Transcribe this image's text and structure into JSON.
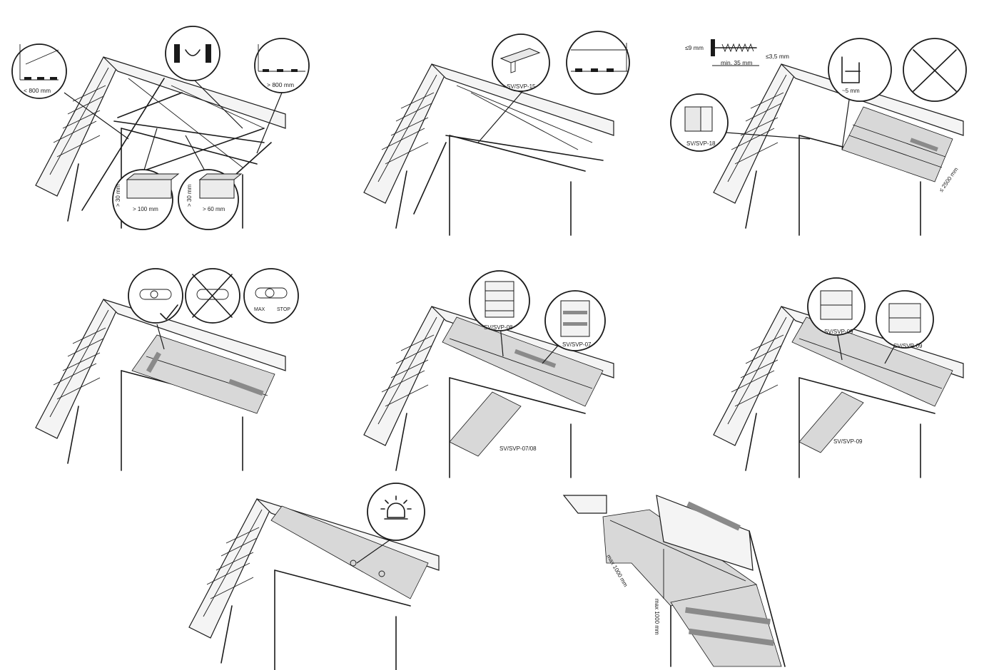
{
  "labels": {
    "p1_spacing_left": "< 800 mm",
    "p1_spacing_right": "> 800 mm",
    "p1_timber1_height": "> 30 mm",
    "p1_timber1_width": "> 100 mm",
    "p1_timber2_height": "> 30 mm",
    "p1_timber2_width": "> 60 mm",
    "p2_profile": "SV/SVP-15",
    "p3_head": "≤9 mm",
    "p3_length": "min. 35 mm",
    "p3_shank": "≤3,5 mm",
    "p3_gap": "~5 mm",
    "p3_profile": "SV/SVP-18",
    "p3_span": "≤ 2500 mm",
    "p4_max": "MAX",
    "p4_stop": "STOP",
    "p5_profile_a": "SV/SVP-08",
    "p5_profile_b": "SV/SVP-07",
    "p5_profile_c": "SV/SVP-07/08",
    "p6_profile_a": "SV/SVP-09",
    "p6_profile_b": "SV/SVP-09",
    "p6_profile_c": "SV/SVP-09",
    "p8_max_a": "max 1000 mm",
    "p8_max_b": "max 1000 mm"
  }
}
